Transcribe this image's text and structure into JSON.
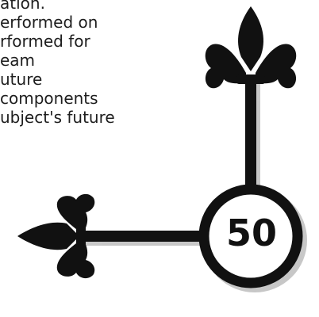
{
  "text_lines": [
    "ation.",
    "erformed on",
    "rformed for",
    "eam",
    "uture",
    " components",
    "ubject's future"
  ],
  "badge": {
    "number": "50"
  },
  "colors": {
    "ink": "#111111",
    "shadow": "#9a9a9a",
    "background": "#ffffff"
  },
  "icons": {
    "emblem": "fleur-de-lis-circle-arrows-icon"
  }
}
